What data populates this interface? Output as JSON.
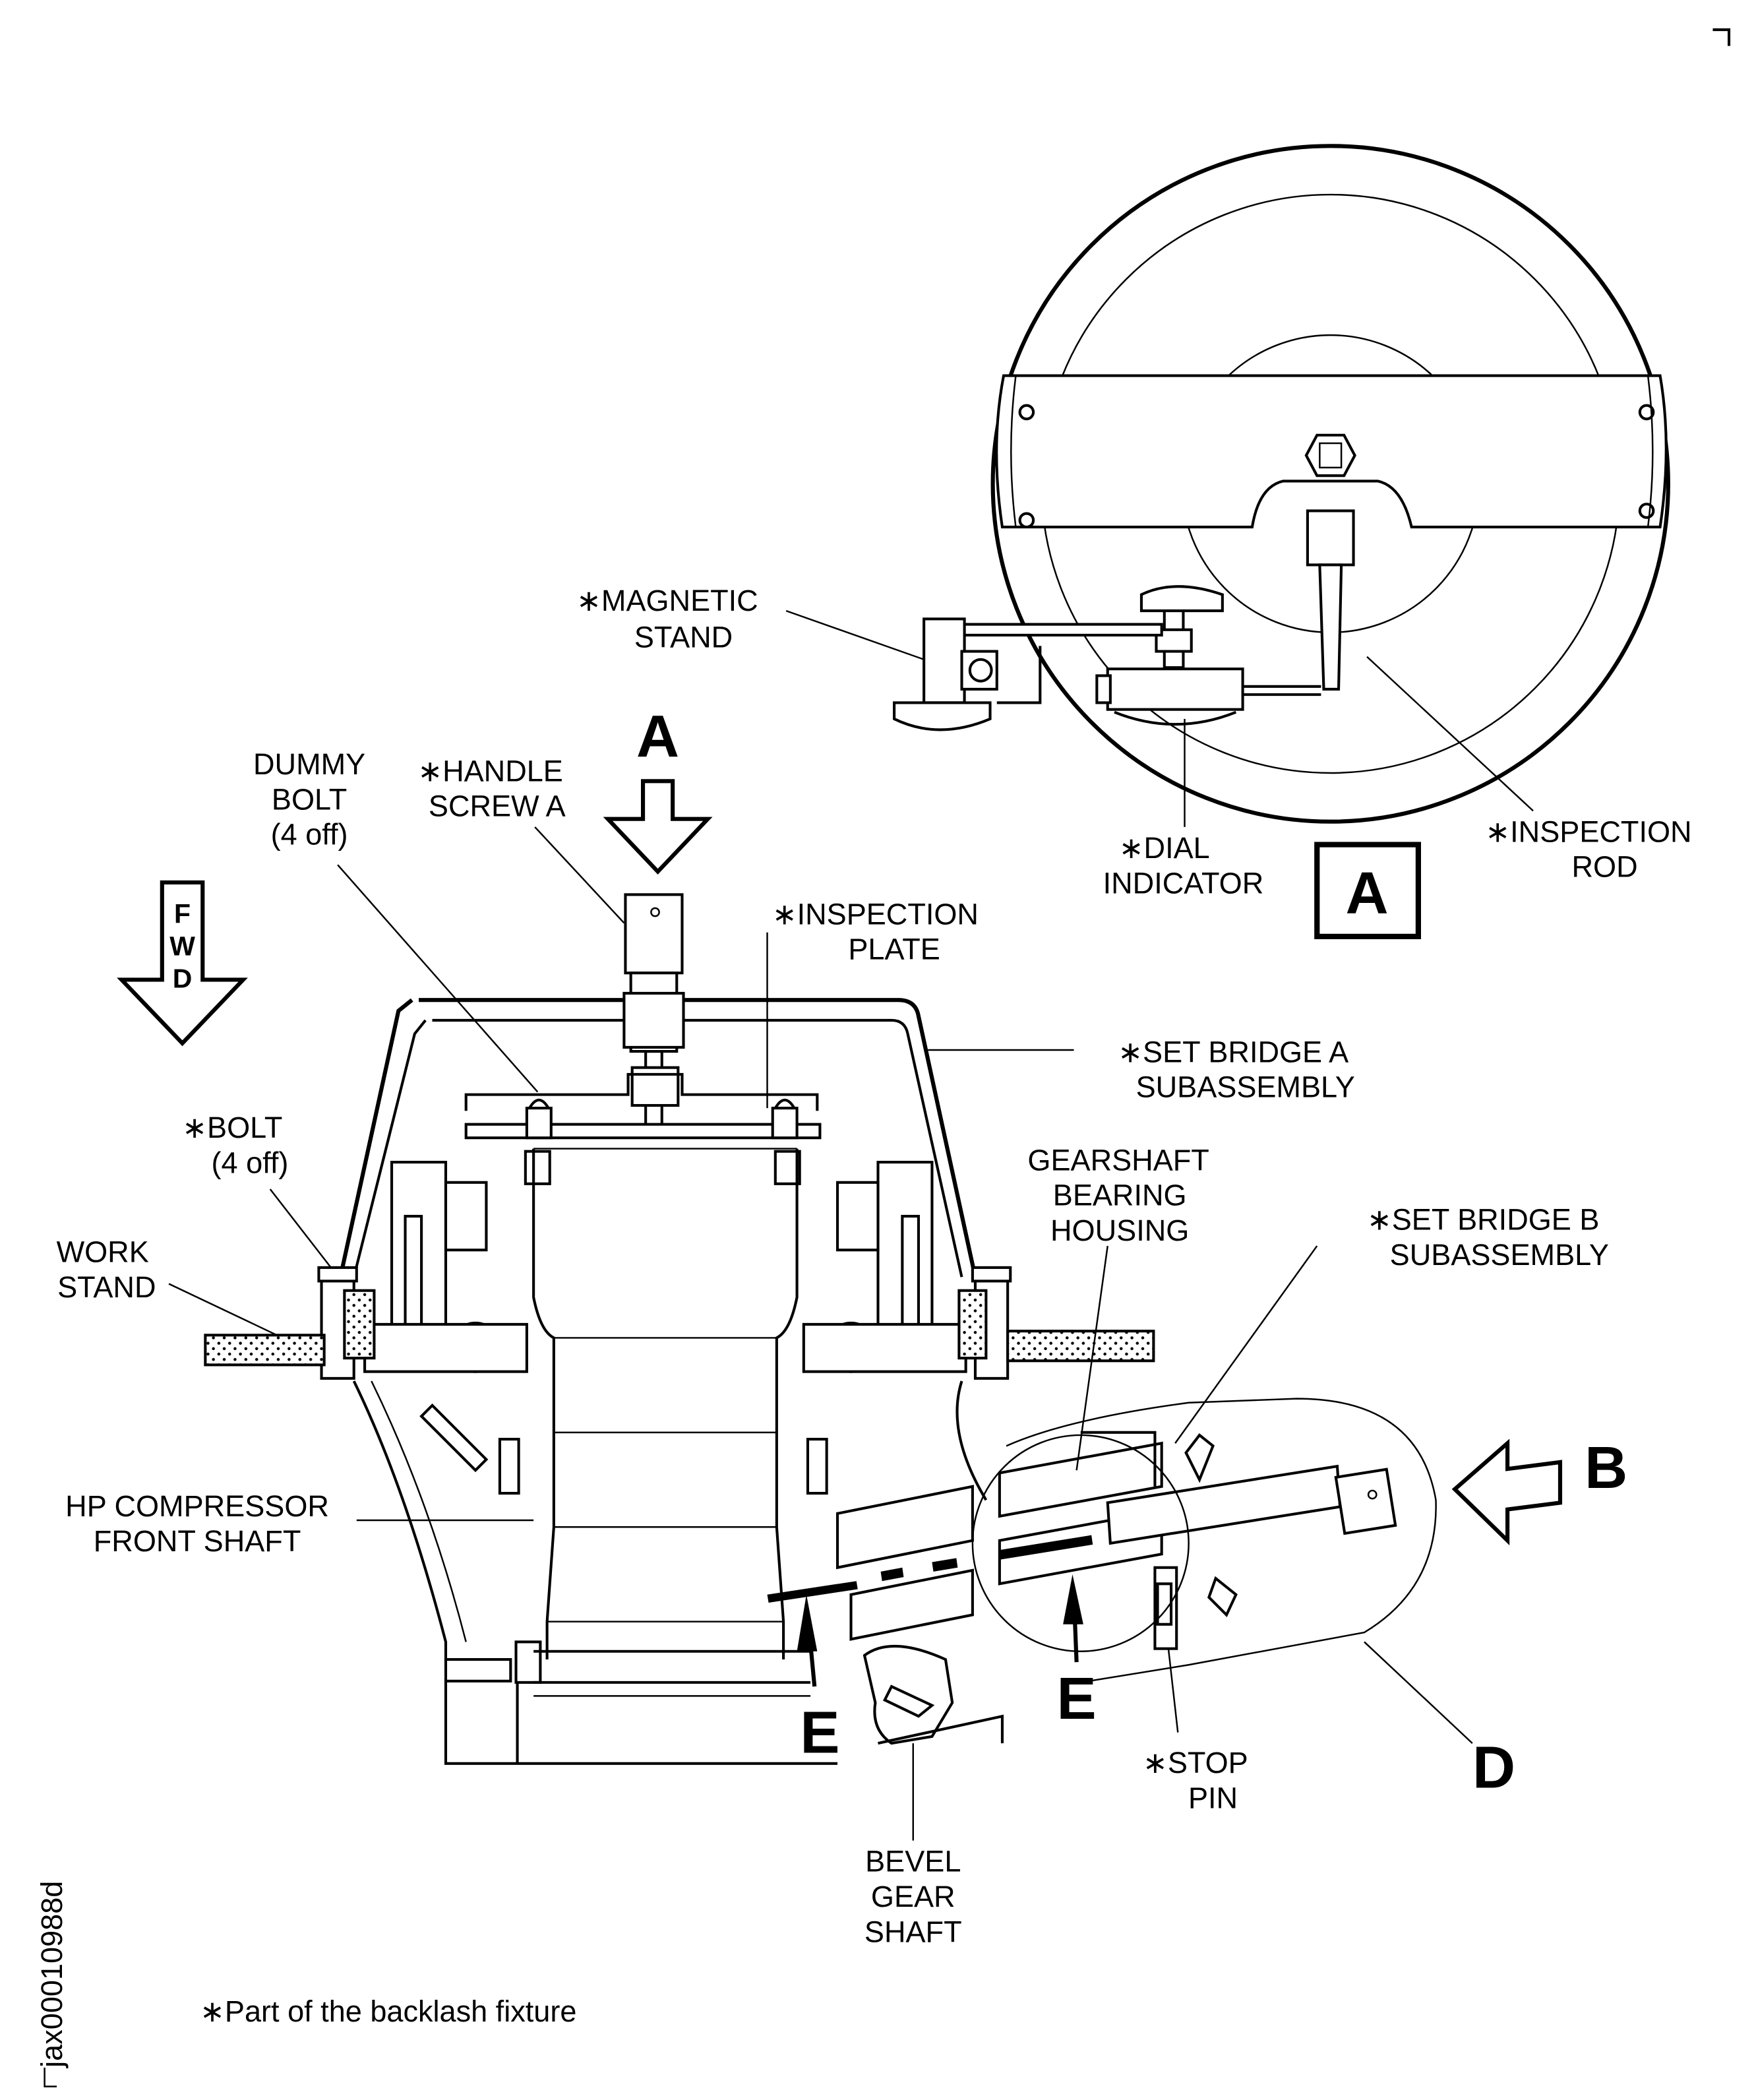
{
  "figure": {
    "reference_id": "jax00010988d",
    "footnote": "∗Part of the backlash fixture",
    "fixture_marker": "∗",
    "view_A_title": "A",
    "direction_arrow": {
      "label_lines": [
        "F",
        "W",
        "D"
      ]
    },
    "view_arrows": [
      {
        "id": "A",
        "label": "A"
      },
      {
        "id": "B",
        "label": "B"
      }
    ],
    "section_markers": [
      {
        "id": "E1",
        "label": "E"
      },
      {
        "id": "E2",
        "label": "E"
      }
    ],
    "detail_marker": {
      "label": "D"
    },
    "callouts": [
      {
        "id": "magnetic-stand",
        "fixture": true,
        "lines": [
          "∗MAGNETIC",
          "STAND"
        ]
      },
      {
        "id": "dial-indicator",
        "fixture": true,
        "lines": [
          "∗DIAL",
          "INDICATOR"
        ]
      },
      {
        "id": "inspection-rod",
        "fixture": true,
        "lines": [
          "∗INSPECTION",
          "ROD"
        ]
      },
      {
        "id": "dummy-bolt",
        "fixture": false,
        "lines": [
          "DUMMY",
          "BOLT",
          "(4 off)"
        ]
      },
      {
        "id": "handle-screw-a",
        "fixture": true,
        "lines": [
          "∗HANDLE",
          "SCREW A"
        ]
      },
      {
        "id": "inspection-plate",
        "fixture": true,
        "lines": [
          "∗INSPECTION",
          "PLATE"
        ]
      },
      {
        "id": "set-bridge-a",
        "fixture": true,
        "lines": [
          "∗SET BRIDGE A",
          "SUBASSEMBLY"
        ]
      },
      {
        "id": "bolt",
        "fixture": true,
        "lines": [
          "∗BOLT",
          "(4 off)"
        ]
      },
      {
        "id": "work-stand",
        "fixture": false,
        "lines": [
          "WORK",
          "STAND"
        ]
      },
      {
        "id": "gearshaft-bearing-housing",
        "fixture": false,
        "lines": [
          "GEARSHAFT",
          "BEARING",
          "HOUSING"
        ]
      },
      {
        "id": "set-bridge-b",
        "fixture": true,
        "lines": [
          "∗SET BRIDGE B",
          "SUBASSEMBLY"
        ]
      },
      {
        "id": "hp-compressor-front-shaft",
        "fixture": false,
        "lines": [
          "HP COMPRESSOR",
          "FRONT SHAFT"
        ]
      },
      {
        "id": "stop-pin",
        "fixture": true,
        "lines": [
          "∗STOP",
          "PIN"
        ]
      },
      {
        "id": "bevel-gear-shaft",
        "fixture": false,
        "lines": [
          "BEVEL",
          "GEAR",
          "SHAFT"
        ]
      }
    ]
  }
}
